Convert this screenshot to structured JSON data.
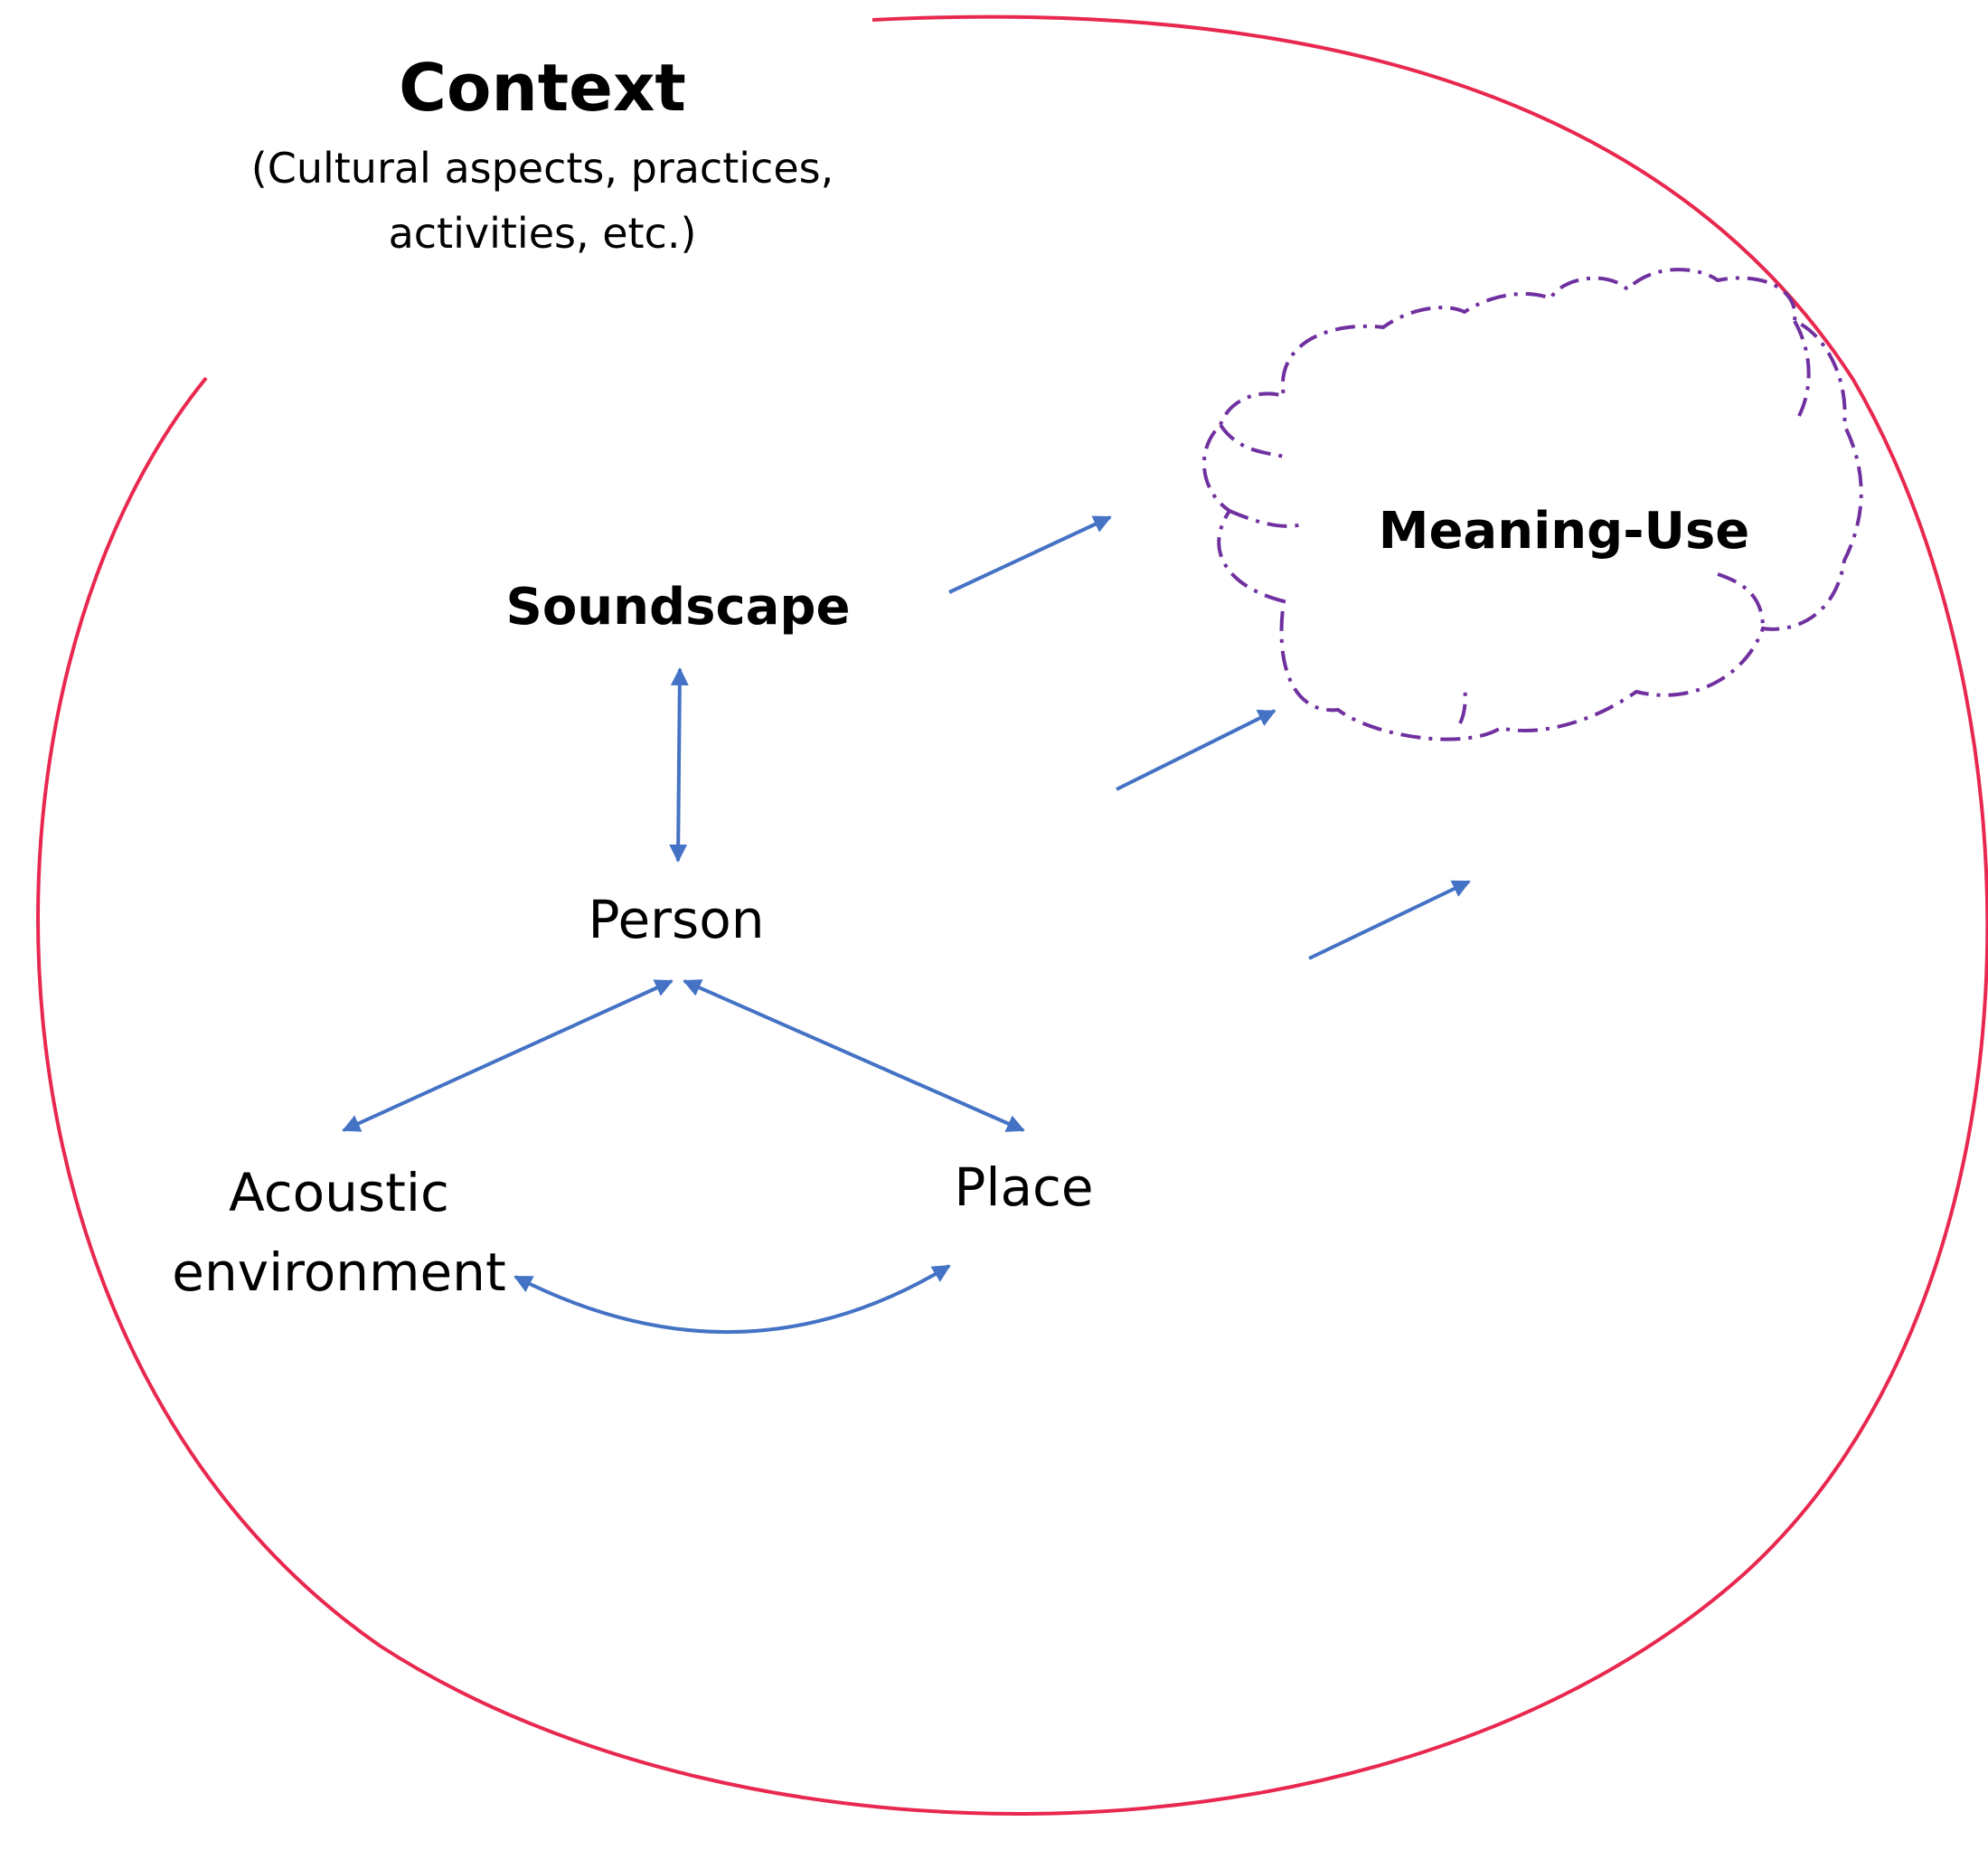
{
  "context": {
    "title": "Context",
    "subtitle_line1": "(Cultural aspects, practices,",
    "subtitle_line2": "activities, etc.)"
  },
  "nodes": {
    "soundscape": "Soundscape",
    "person": "Person",
    "acoustic_line1": "Acoustic",
    "acoustic_line2": "environment",
    "place": "Place",
    "meaning_use": "Meaning-Use"
  },
  "colors": {
    "context_boundary": "#e8284f",
    "arrows": "#4472c4",
    "cloud": "#7030a0",
    "text": "#000000"
  }
}
